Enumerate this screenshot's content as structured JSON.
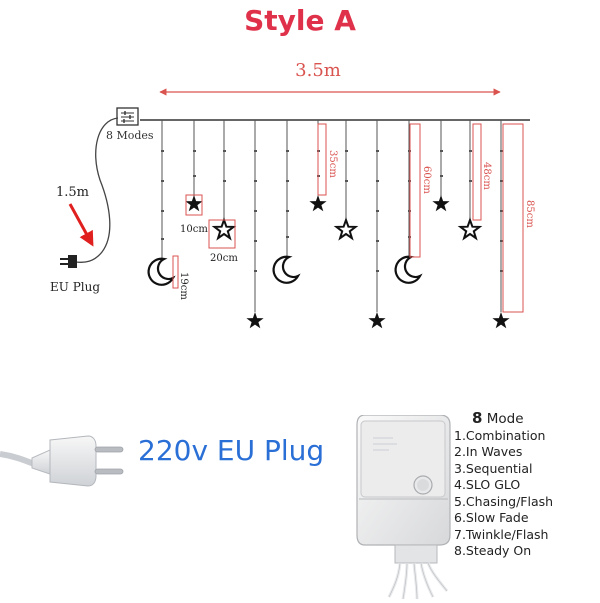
{
  "title": "Style A",
  "dimensions": {
    "width": "3.5m",
    "cord": "1.5m",
    "star_spacing": "10cm",
    "star_size": "20cm",
    "moon": "19cm",
    "h1": "35cm",
    "h2": "60cm",
    "h3": "48cm",
    "h4": "85cm"
  },
  "controller_label": "8 Modes",
  "plug_small_label": "EU Plug",
  "plug_label": "220v EU Plug",
  "modes_title_num": "8",
  "modes_title_word": "Mode",
  "modes": [
    "1.Combination",
    "2.In Waves",
    "3.Sequential",
    "4.SLO GLO",
    "5.Chasing/Flash",
    "6.Slow Fade",
    "7.Twinkle/Flash",
    "8.Steady On"
  ],
  "colors": {
    "title": "#e0314a",
    "dimension": "#d9534f",
    "plug_label": "#2a6fd6"
  }
}
